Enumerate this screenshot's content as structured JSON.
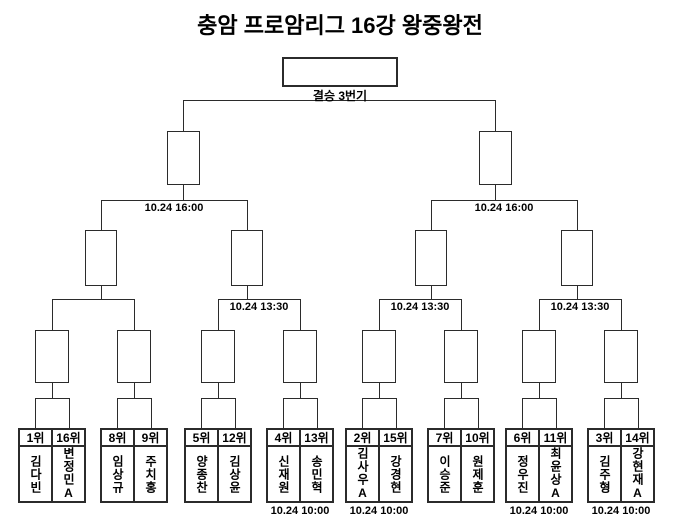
{
  "title": "충암 프로암리그 16강 왕중왕전",
  "final": {
    "label": "결승 3번기"
  },
  "semifinals": [
    {
      "time": "10.24 16:00"
    },
    {
      "time": "10.24 16:00"
    }
  ],
  "quarterfinals": [
    {
      "time": "10.24 13:30"
    },
    {
      "time": "10.24 13:30"
    },
    {
      "time": "10.24 13:30"
    }
  ],
  "pairs": [
    {
      "left": {
        "seed": "1위",
        "name": "김다빈"
      },
      "right": {
        "seed": "16위",
        "name": "변정민A"
      }
    },
    {
      "left": {
        "seed": "8위",
        "name": "임상규"
      },
      "right": {
        "seed": "9위",
        "name": "주치홍"
      }
    },
    {
      "left": {
        "seed": "5위",
        "name": "양종찬"
      },
      "right": {
        "seed": "12위",
        "name": "김상윤"
      }
    },
    {
      "left": {
        "seed": "4위",
        "name": "신재원"
      },
      "right": {
        "seed": "13위",
        "name": "송민혁"
      },
      "time": "10.24 10:00"
    },
    {
      "left": {
        "seed": "2위",
        "name": "김사우A"
      },
      "right": {
        "seed": "15위",
        "name": "강경현"
      },
      "time": "10.24 10:00"
    },
    {
      "left": {
        "seed": "7위",
        "name": "이승준"
      },
      "right": {
        "seed": "10위",
        "name": "원제훈"
      }
    },
    {
      "left": {
        "seed": "6위",
        "name": "정우진"
      },
      "right": {
        "seed": "11위",
        "name": "최윤상A"
      },
      "time": "10.24 10:00"
    },
    {
      "left": {
        "seed": "3위",
        "name": "김주형"
      },
      "right": {
        "seed": "14위",
        "name": "강현재A"
      },
      "time": "10.24 10:00"
    }
  ]
}
